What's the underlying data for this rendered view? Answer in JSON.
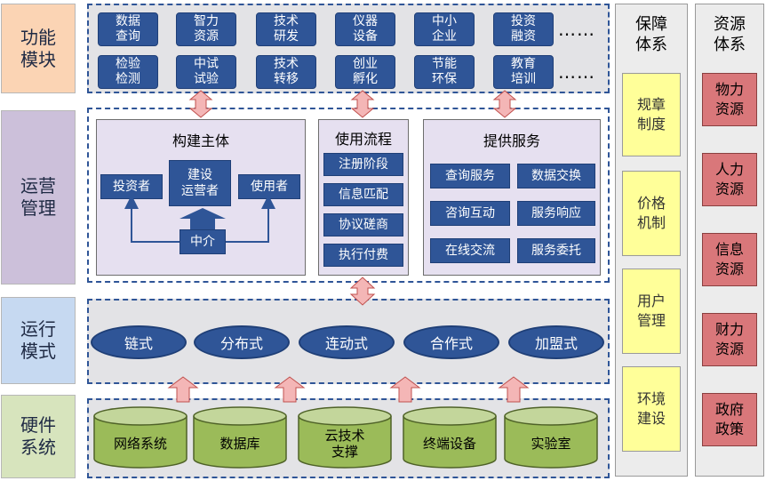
{
  "left_labels": {
    "function_modules": "功能\n模块",
    "operation_management": "运营\n管理",
    "operation_mode": "运行\n模式",
    "hardware_system": "硬件\n系统"
  },
  "function_modules": {
    "row1": [
      "数据\n查询",
      "智力\n资源",
      "技术\n研发",
      "仪器\n设备",
      "中小\n企业",
      "投资\n融资"
    ],
    "row2": [
      "检验\n检测",
      "中试\n试验",
      "技术\n转移",
      "创业\n孵化",
      "节能\n环保",
      "教育\n培训"
    ],
    "ellipsis": "……"
  },
  "construction_subject": {
    "title": "构建主体",
    "investor": "投资者",
    "operator": "建设\n运营者",
    "user": "使用者",
    "intermediary": "中介"
  },
  "usage_process": {
    "title": "使用流程",
    "steps": [
      "注册阶段",
      "信息匹配",
      "协议磋商",
      "执行付费"
    ]
  },
  "services": {
    "title": "提供服务",
    "items": [
      "查询服务",
      "数据交换",
      "咨询互动",
      "服务响应",
      "在线交流",
      "服务委托"
    ]
  },
  "operation_modes": [
    "链式",
    "分布式",
    "连动式",
    "合作式",
    "加盟式"
  ],
  "hardware": [
    "网络系统",
    "数据库",
    "云技术\n支撑",
    "终端设备",
    "实验室"
  ],
  "guarantee_system": {
    "title": "保障\n体系",
    "items": [
      "规章\n制度",
      "价格\n机制",
      "用户\n管理",
      "环境\n建设"
    ]
  },
  "resource_system": {
    "title": "资源\n体系",
    "items": [
      "物力\n资源",
      "人力\n资源",
      "信息\n资源",
      "财力\n资源",
      "政府\n政策"
    ]
  },
  "colors": {
    "dark_blue": "#2f5597",
    "function_label_bg": "#fbd4b4",
    "management_label_bg": "#ccc0da",
    "mode_label_bg": "#c6d9f1",
    "hardware_label_bg": "#d7e4bd",
    "cylinder_green": "#9bbb59",
    "yellow": "#ffff99",
    "red": "#d9777a",
    "arrow_pink": "#f4b6b6"
  }
}
